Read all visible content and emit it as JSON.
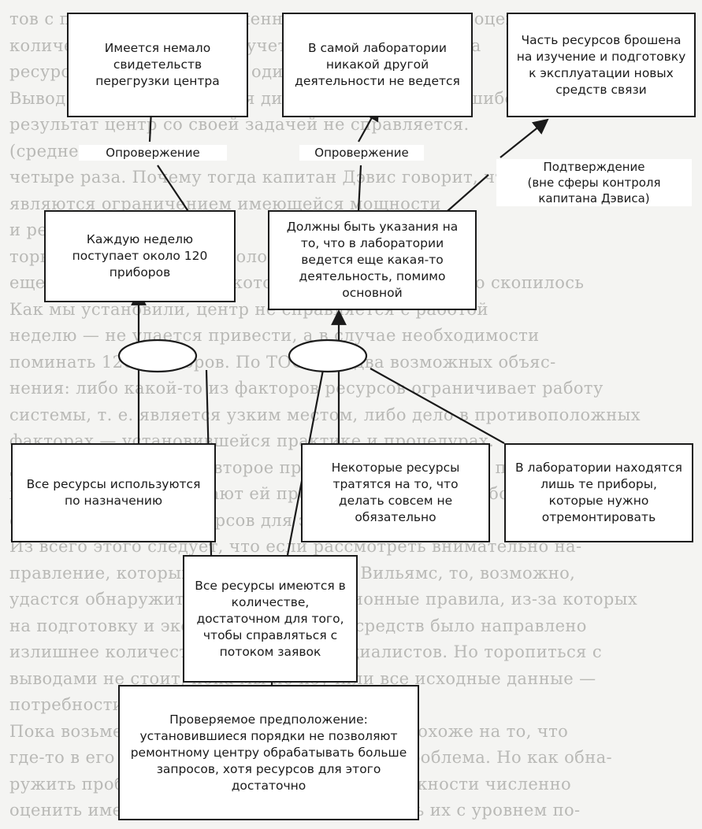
{
  "background_text": [
    "тов с первоначально прошенная соответствующая оценку среднего",
    "количества из ресурсов с учетом того и количества",
    "ресурсов для приборов на один",
    "Вывод: в оценке сдвигания диаграммы у нас нет ошибок",
    "результат центр со своей задачей не справляется.",
    "(среднее число",
    "четыре раза. Почему тогда капитан Дэвис говорит, что на один",
    "являются ограничением имеющейся мощности",
    "и ресурсы",
    "торые приборы лежат около месяцев. Кажется, он",
    "еще не сделал ремонта, которое у нас известно, что скопилось",
    "Как мы установили, центр не справляется с работой",
    "неделю — не удается привести, а в случае необходимости",
    "поминать 120 приборов. По ТОС есть два возможных объяс-",
    "нения: либо какой-то из факторов ресурсов ограничивает работу",
    "системы, т. е. является узким местом, либо дело в противоположных",
    "факторах — установившейся практике и процедурах.",
    "Для начала проверим второе предположение: новые правила сдер-",
    "живают систему, мешают ей пропускать через себя больше количе-",
    "ство заявок. Хотя ресурсов для этого отражено",
    "Из всего этого следует, что если рассмотреть внимательно на-",
    "правление, которым руководит майор Вильямс, то, возможно,",
    "удастся обнаружить некие организационные правила, из-за которых",
    "на подготовку и эксплуатацию новых средств было направлено",
    "излишнее количество ресурсов и специалистов. Но торопиться с",
    "выводами не стоит, пока мы не изучили все исходные данные —",
    "потребности и имеющиеся ресурсы.",
    "Пока возьмемся за капитана Дэвиса. Зная, похоже на то, что",
    "где-то в его лаборатории и сосредоточена проблема. Но как обна-",
    "ружить проблемную область, не имея возможности численно",
    "оценить имеющиеся мощности и сопоставить их с уровнем по-"
  ],
  "boxes": {
    "top_left": "Имеется немало свидетельств перегрузки центра",
    "top_middle": "В самой лаборатории никакой другой деятельности не ведется",
    "top_right": "Часть ресурсов брошена на изучение и подготовку к эксплуатации новых средств связи",
    "mid_left": "Каждую неделю поступает около 120 приборов",
    "mid_middle": "Должны быть указания на то, что в лаборатории ведется еще какая-то деятельность, помимо основной",
    "low_left": "Все ресурсы используются по назначению",
    "low_middle": "Некоторые ресурсы тратятся на то, что делать совсем не обязательно",
    "low_right": "В лаборатории находятся лишь те приборы, которые нужно отремонтировать",
    "center": "Все ресурсы имеются в количестве, достаточном для того, чтобы справляться с потоком заявок",
    "bottom": "Проверяемое предположение: установившиеся порядки не позволяют ремонтному центру обрабатывать больше запросов, хотя ресурсов для этого достаточно"
  },
  "labels": {
    "refutation_left": "Опровержение",
    "refutation_middle": "Опровержение",
    "confirmation": "Подтверждение\n(вне сферы контроля капитана Дэвиса)"
  }
}
